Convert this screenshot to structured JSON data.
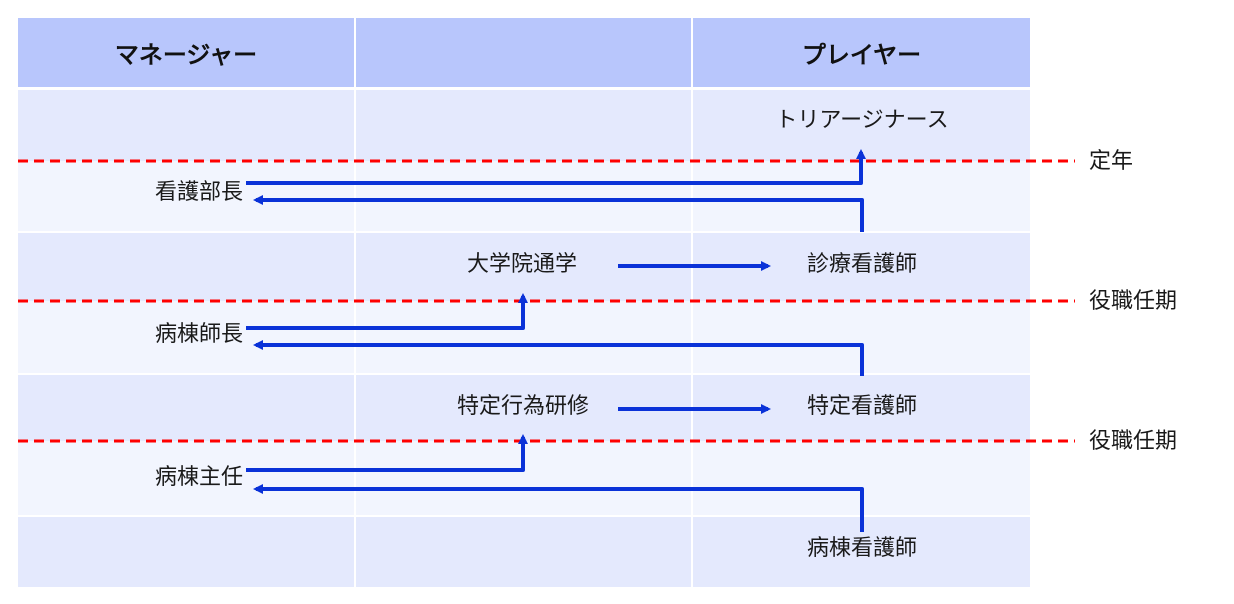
{
  "header": {
    "manager": "マネージャー",
    "middle": "",
    "player": "プレイヤー"
  },
  "manager_roles": [
    "看護部長",
    "病棟師長",
    "病棟主任"
  ],
  "training": [
    "大学院通学",
    "特定行為研修"
  ],
  "player_roles": [
    "トリアージナース",
    "診療看護師",
    "特定看護師",
    "病棟看護師"
  ],
  "milestones": [
    "定年",
    "役職任期",
    "役職任期"
  ],
  "colors": {
    "header": "#b8c6fc",
    "band_dark": "#e4e9fd",
    "band_light": "#f2f5fe",
    "arrow": "#0a32d8",
    "dashed": "#ff0000"
  }
}
